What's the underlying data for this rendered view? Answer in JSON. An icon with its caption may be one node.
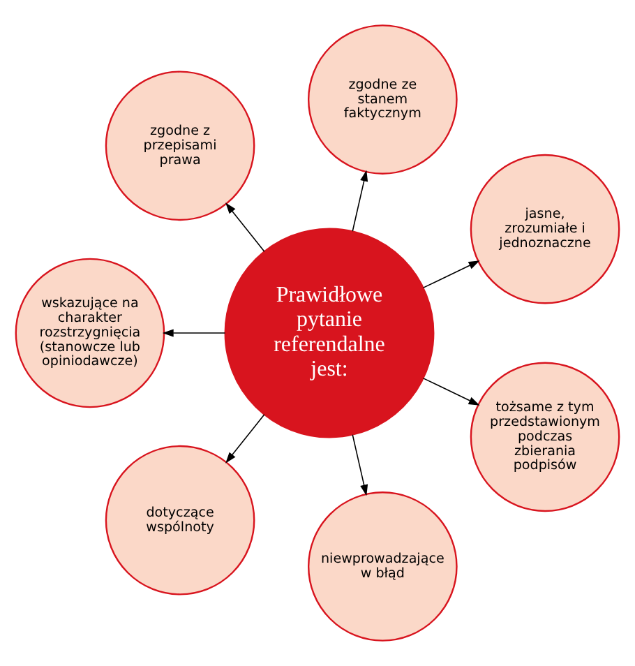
{
  "diagram": {
    "nodes": [
      {
        "text": [
          "Prawidłowe pytanie referendalne jest:"
        ]
      },
      {
        "text": [
          "jasne, zrozumiałe i jednoznaczne"
        ]
      },
      {
        "text": [
          "zgodne ze stanem faktycznym"
        ]
      },
      {
        "text": [
          "zgodne z przepisami prawa"
        ]
      },
      {
        "text": [
          "wskazujące na charakter rozstrzygnięcia (stanowcze lub opiniodawcze)"
        ]
      },
      {
        "text": [
          "dotyczące wspólnoty"
        ]
      },
      {
        "text": [
          "niewprowadzające w błąd"
        ]
      },
      {
        "text": [
          "tożsame z tym przedstawionym podczas zbierania podpisów"
        ]
      }
    ],
    "edges": [
      {
        "from": 0,
        "to": 1,
        "arrow": "to"
      },
      {
        "from": 0,
        "to": 2,
        "arrow": "to"
      },
      {
        "from": 0,
        "to": 3,
        "arrow": "to"
      },
      {
        "from": 0,
        "to": 4,
        "arrow": "to"
      },
      {
        "from": 0,
        "to": 5,
        "arrow": "to"
      },
      {
        "from": 0,
        "to": 6,
        "arrow": "to"
      },
      {
        "from": 0,
        "to": 7,
        "arrow": "to"
      }
    ]
  }
}
